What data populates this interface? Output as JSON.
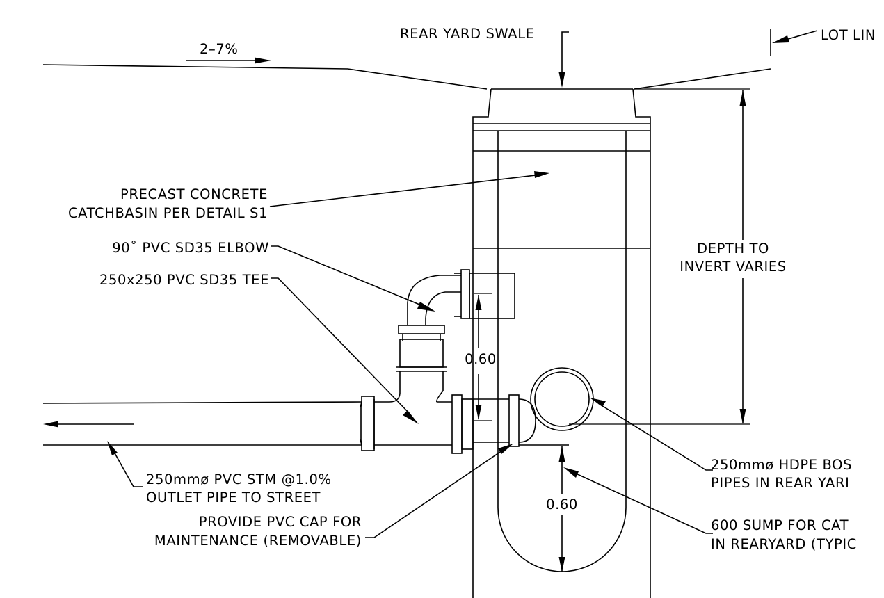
{
  "labels": {
    "slope": "2–7%",
    "swale": "REAR YARD SWALE",
    "lot_line": "LOT LIN",
    "catchbasin_1": "PRECAST CONCRETE",
    "catchbasin_2": "CATCHBASIN PER DETAIL S1",
    "elbow": "90˚ PVC SD35 ELBOW",
    "tee": "250x250 PVC SD35 TEE",
    "depth_1": "DEPTH TO",
    "depth_2": "INVERT VARIES",
    "dim_upper": "0.60",
    "dim_lower": "0.60",
    "outlet_1": "250mmø PVC STM @1.0%",
    "outlet_2": "OUTLET PIPE TO STREET",
    "cap_1": "PROVIDE PVC CAP FOR",
    "cap_2": "MAINTENANCE (REMOVABLE)",
    "hdpe_1": "250mmø HDPE BOS",
    "hdpe_2": "PIPES IN REAR YARI",
    "sump_1": "600 SUMP FOR CAT",
    "sump_2": "IN REARYARD (TYPIC"
  }
}
